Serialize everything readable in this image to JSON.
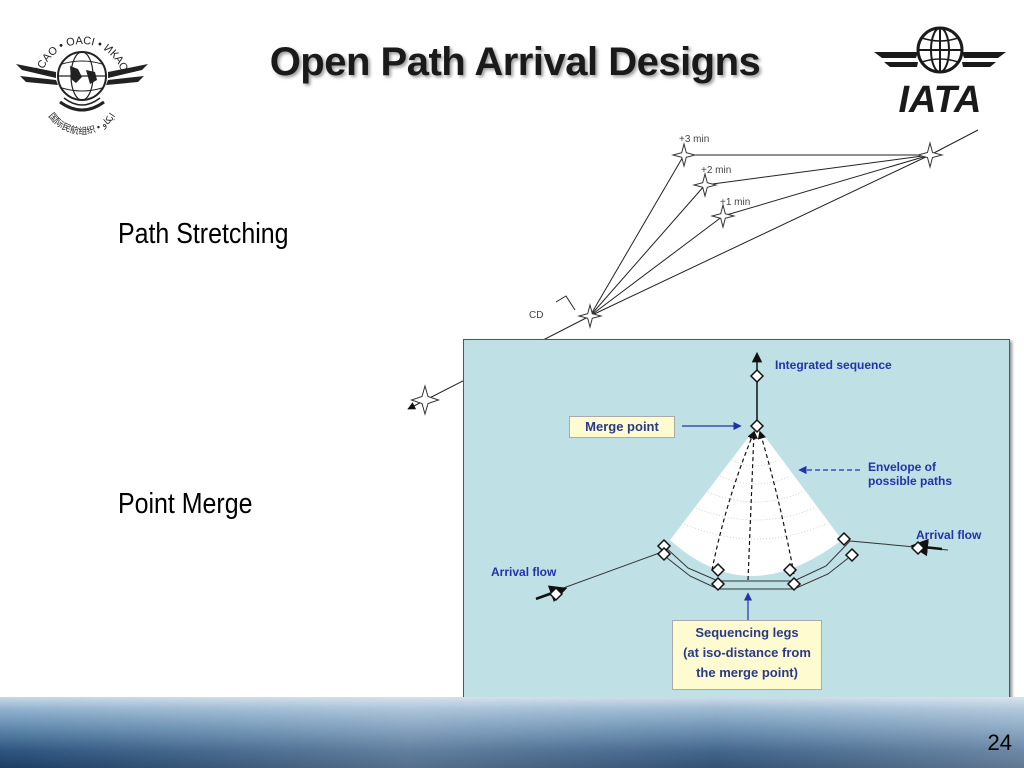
{
  "slide": {
    "title": "Open Path Arrival Designs",
    "page_number": "24"
  },
  "logos": {
    "icao_ring_text": "ICAO • OACI • ИКАО",
    "icao_lower_text": "国际民航组织 • ايكاو",
    "iata_text": "IATA"
  },
  "bullets": {
    "path_stretching": "Path Stretching",
    "point_merge": "Point Merge"
  },
  "path_stretching_diagram": {
    "labels": {
      "plus3": "+3 min",
      "plus2": "+2 min",
      "plus1": "+1 min",
      "cd": "CD"
    }
  },
  "point_merge_diagram": {
    "integrated_sequence": "Integrated sequence",
    "merge_point": "Merge point",
    "envelope_line1": "Envelope of",
    "envelope_line2": "possible paths",
    "arrival_flow_right": "Arrival flow",
    "arrival_flow_left": "Arrival flow",
    "sequencing_line1": "Sequencing legs",
    "sequencing_line2": "(at iso-distance from",
    "sequencing_line3": "the merge point)"
  },
  "colors": {
    "panel_bg": "#bfe0e5",
    "label_blue": "#2233aa",
    "box_fill": "#fffbd0",
    "iata_blue": "#1a1a1a"
  }
}
